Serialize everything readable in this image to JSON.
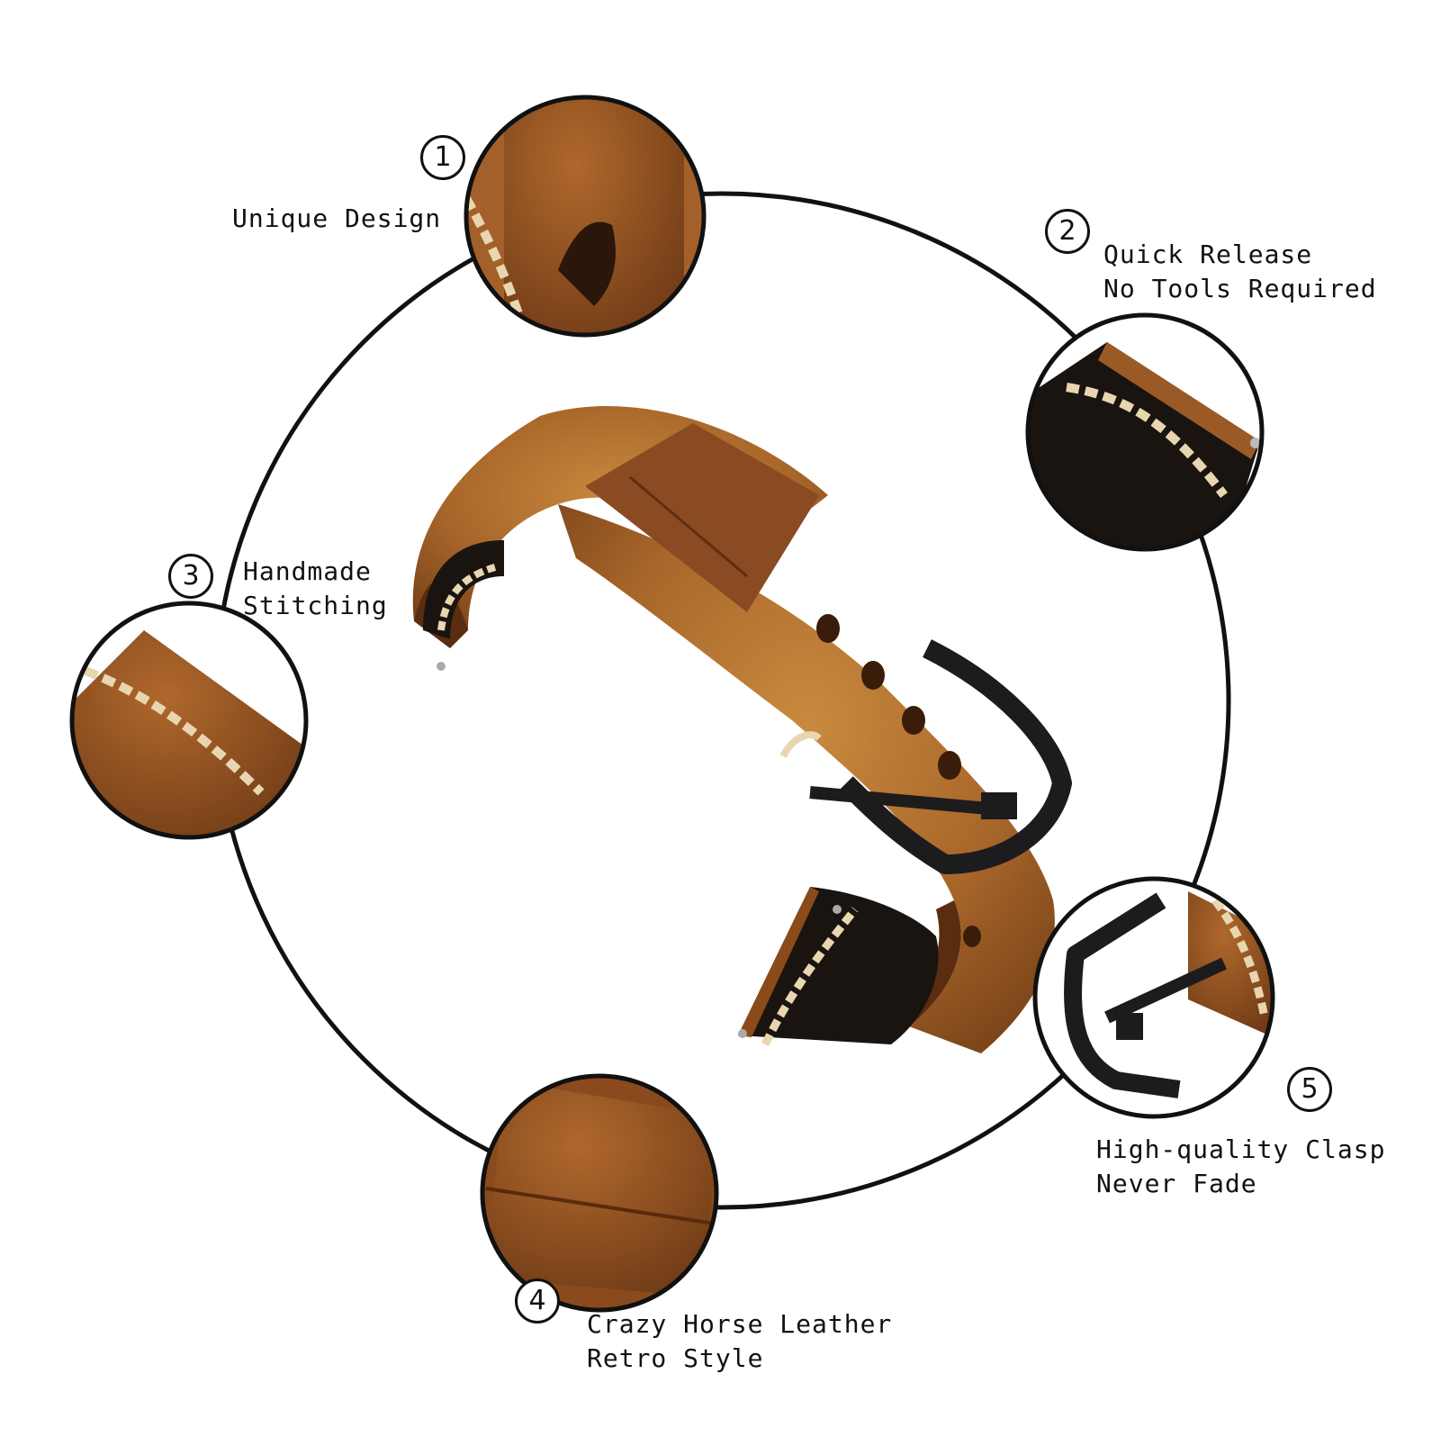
{
  "features": [
    {
      "number": "1",
      "lines": [
        "Unique Design"
      ]
    },
    {
      "number": "2",
      "lines": [
        "Quick Release",
        "No Tools Required"
      ]
    },
    {
      "number": "3",
      "lines": [
        "Handmade",
        "Stitching"
      ]
    },
    {
      "number": "4",
      "lines": [
        "Crazy Horse Leather",
        "Retro Style"
      ]
    },
    {
      "number": "5",
      "lines": [
        "High-quality Clasp",
        "Never Fade"
      ]
    }
  ],
  "colors": {
    "leather_light": "#b8742c",
    "leather_dark": "#8a4a1a",
    "keeper": "#7a4020",
    "lining": "#1a1410",
    "stitch": "#e8d6b0",
    "buckle": "#1c1c1e",
    "outline": "#111111"
  }
}
